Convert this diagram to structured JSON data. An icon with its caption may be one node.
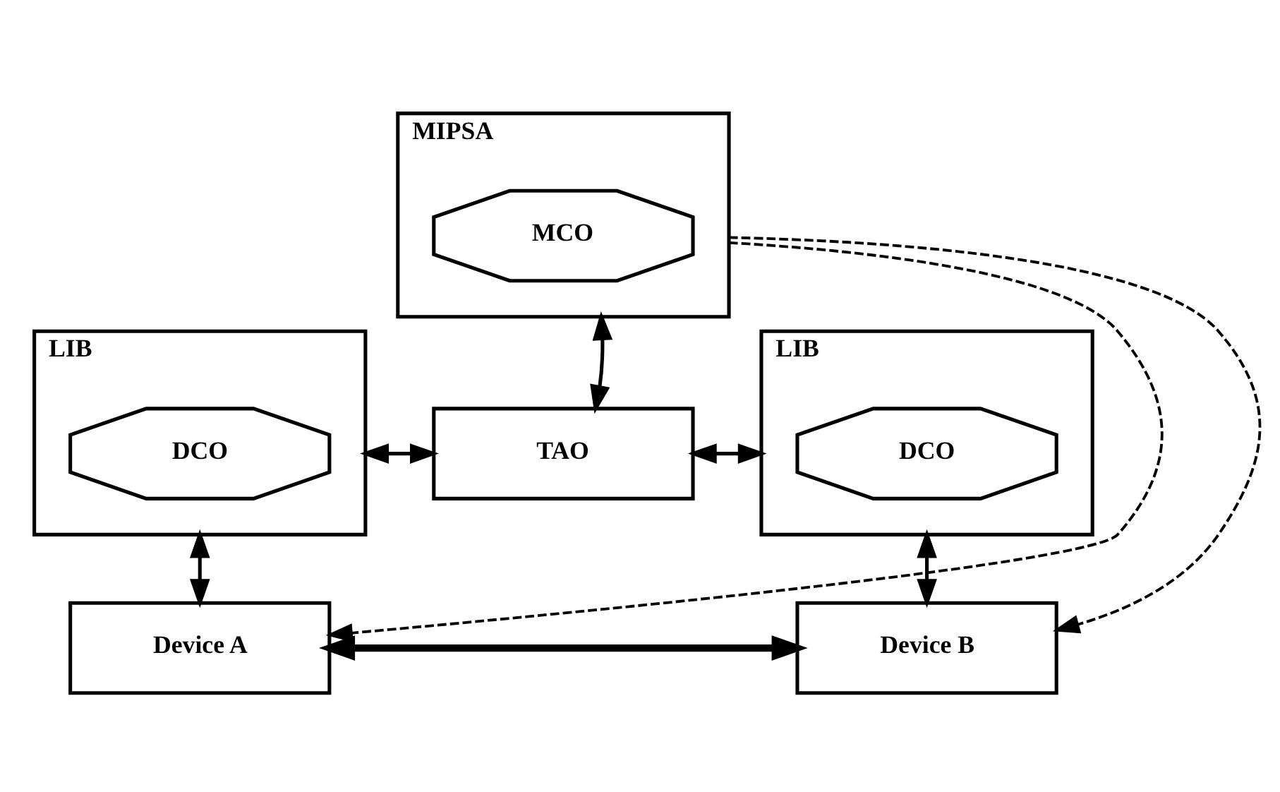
{
  "diagram": {
    "nodes": [
      {
        "text": [
          "MIPSA"
        ]
      },
      {
        "text": [
          "MCO"
        ],
        "in": 0
      },
      {
        "text": [
          "LIB"
        ]
      },
      {
        "text": [
          "DCO"
        ],
        "in": 2
      },
      {
        "text": [
          "TAO"
        ]
      },
      {
        "text": [
          "LIB"
        ]
      },
      {
        "text": [
          "DCO"
        ],
        "in": 5
      },
      {
        "text": [
          "Device A"
        ]
      },
      {
        "text": [
          "Device B"
        ]
      }
    ],
    "edges": [
      {
        "from": 0,
        "to": 4,
        "arrow": "both"
      },
      {
        "from": 2,
        "to": 4,
        "arrow": "both"
      },
      {
        "from": 4,
        "to": 5,
        "arrow": "both"
      },
      {
        "from": 2,
        "to": 7,
        "arrow": "both"
      },
      {
        "from": 5,
        "to": 8,
        "arrow": "both"
      },
      {
        "from": 7,
        "to": 8,
        "arrow": "both",
        "style": "thick"
      },
      {
        "from": 0,
        "to": 7,
        "arrow": "to",
        "style": "dashed"
      },
      {
        "from": 0,
        "to": 8,
        "arrow": "to",
        "style": "dashed"
      }
    ]
  }
}
